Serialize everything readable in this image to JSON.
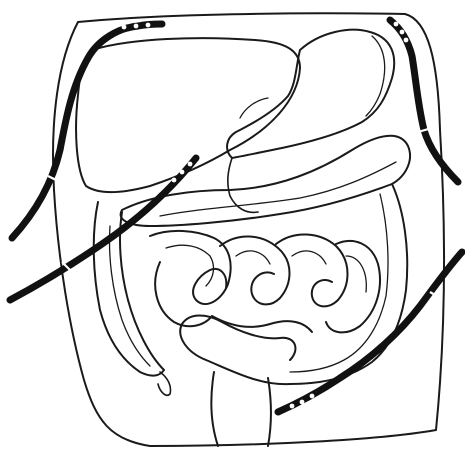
{
  "colors": {
    "outline": "#1a1a1a",
    "drain": "#111111",
    "background": "#ffffff"
  },
  "structures": [
    "abdominal-wall",
    "liver",
    "stomach",
    "transverse-colon",
    "small-intestine",
    "ascending-colon",
    "descending-colon",
    "sigmoid-colon",
    "rectum",
    "appendix"
  ],
  "drains": [
    "right-subphrenic-drain",
    "left-subphrenic-drain",
    "right-subhepatic-drain",
    "left-paracolic-drain"
  ]
}
